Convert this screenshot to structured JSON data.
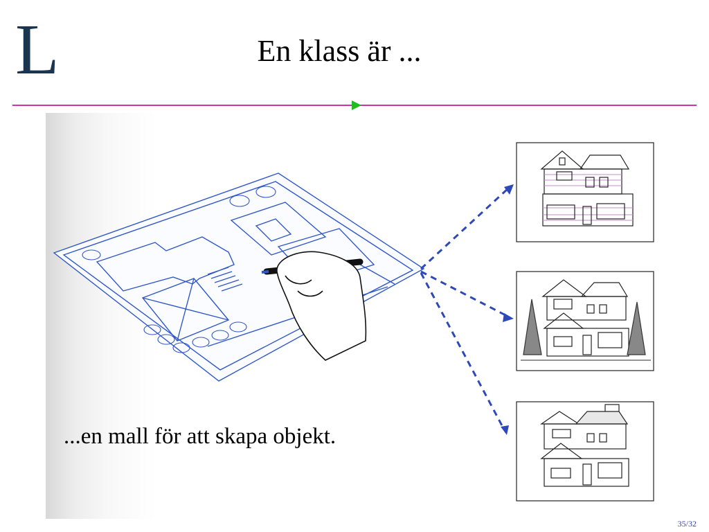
{
  "slide": {
    "logo_letter": "L",
    "title": "En klass är ...",
    "caption": "...en mall för att skapa objekt.",
    "page_number": "35/32"
  },
  "colors": {
    "logo": "#1b3550",
    "rule": "#cc33aa",
    "rule_arrow": "#22bb22",
    "blueprint": "#2f57c8",
    "arrows": "#2d48b8",
    "page_number": "#3344aa"
  },
  "illustration": {
    "left": "blueprint-with-hand-drawing",
    "right_houses": [
      "house-siding",
      "house-with-trees",
      "house-with-chimney"
    ]
  }
}
